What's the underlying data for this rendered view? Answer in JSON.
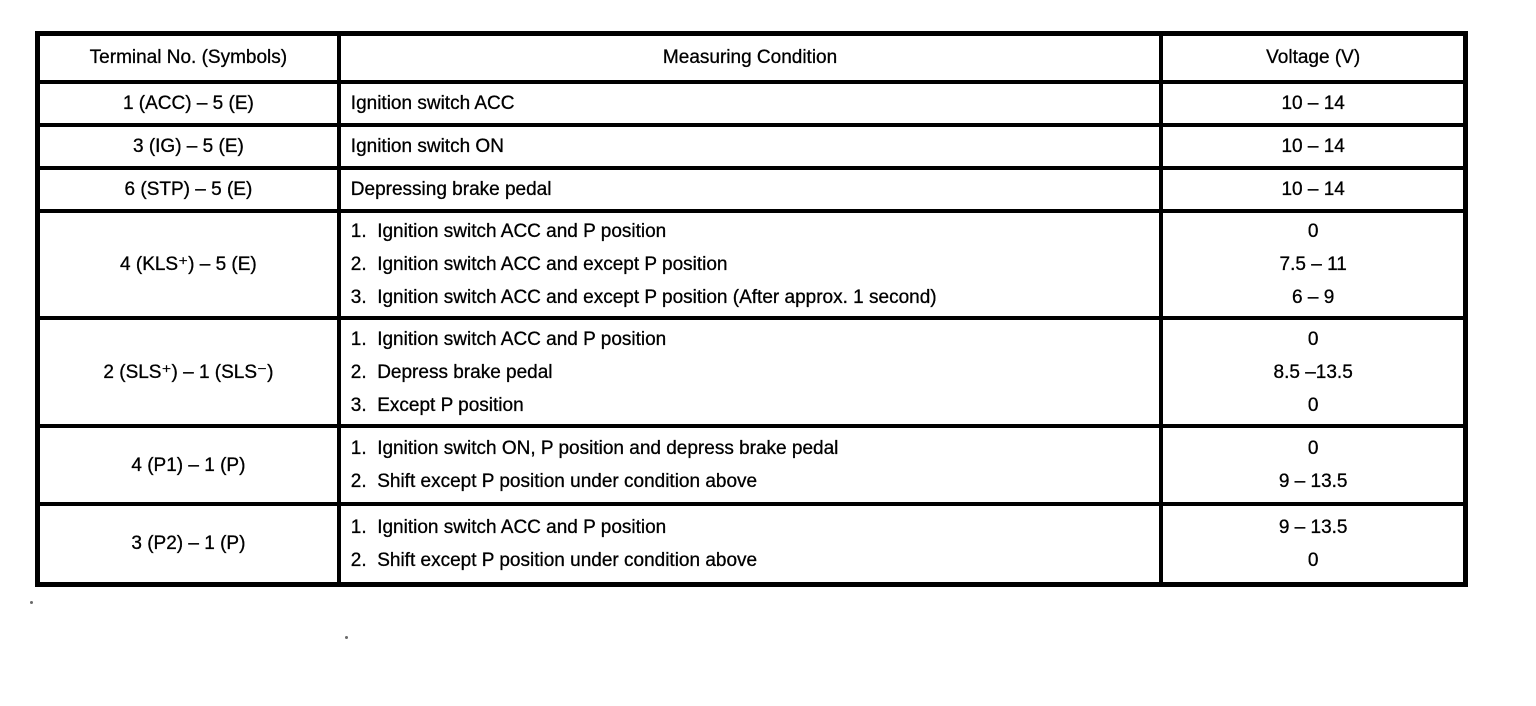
{
  "document": {
    "table": {
      "columns": [
        "Terminal No. (Symbols)",
        "Measuring Condition",
        "Voltage (V)"
      ],
      "rows": [
        {
          "terminal": "1 (ACC) – 5 (E)",
          "conditions": [
            "Ignition switch ACC"
          ],
          "voltages": [
            "10 – 14"
          ]
        },
        {
          "terminal": "3 (IG) – 5 (E)",
          "conditions": [
            "Ignition switch ON"
          ],
          "voltages": [
            "10 – 14"
          ]
        },
        {
          "terminal": "6 (STP) – 5 (E)",
          "conditions": [
            "Depressing brake pedal"
          ],
          "voltages": [
            "10 – 14"
          ]
        },
        {
          "terminal": "4 (KLS⁺) – 5 (E)",
          "conditions": [
            "1.  Ignition switch ACC and P position",
            "2.  Ignition switch ACC and except P position",
            "3.  Ignition switch ACC and except P position (After approx. 1 second)"
          ],
          "voltages": [
            "0",
            "7.5 – 11",
            "6 – 9"
          ]
        },
        {
          "terminal": "2 (SLS⁺) – 1 (SLS⁻)",
          "conditions": [
            "1.  Ignition switch ACC and P position",
            "2.  Depress brake pedal",
            "3.  Except P position"
          ],
          "voltages": [
            "0",
            "8.5 –13.5",
            "0"
          ]
        },
        {
          "terminal": "4 (P1) – 1 (P)",
          "conditions": [
            "1.  Ignition switch ON, P position and depress brake pedal",
            "2.  Shift except P position under condition above"
          ],
          "voltages": [
            "0",
            "9 – 13.5"
          ]
        },
        {
          "terminal": "3 (P2) – 1 (P)",
          "conditions": [
            "1.  Ignition switch ACC and P position",
            "2.  Shift except P position under condition above"
          ],
          "voltages": [
            "9 – 13.5",
            "0"
          ]
        }
      ]
    }
  }
}
